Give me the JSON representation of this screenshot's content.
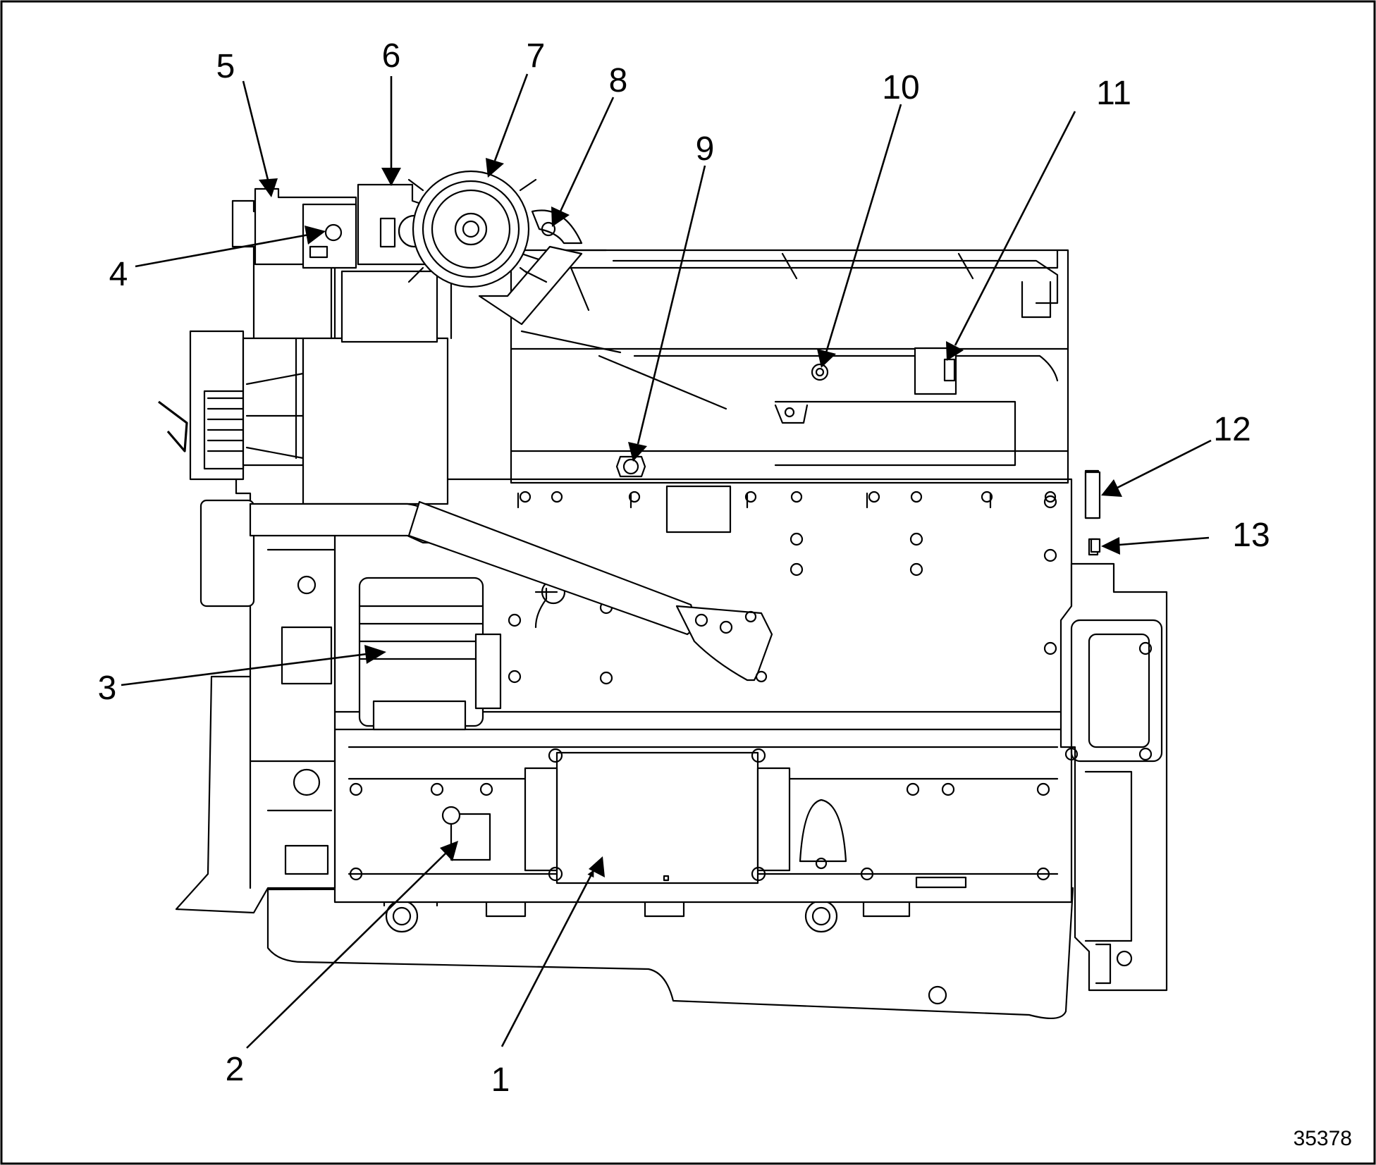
{
  "figure": {
    "id_label": "35378"
  },
  "callouts": [
    {
      "number": "1"
    },
    {
      "number": "2"
    },
    {
      "number": "3"
    },
    {
      "number": "4"
    },
    {
      "number": "5"
    },
    {
      "number": "6"
    },
    {
      "number": "7"
    },
    {
      "number": "8"
    },
    {
      "number": "9"
    },
    {
      "number": "10"
    },
    {
      "number": "11"
    },
    {
      "number": "12"
    },
    {
      "number": "13"
    }
  ]
}
